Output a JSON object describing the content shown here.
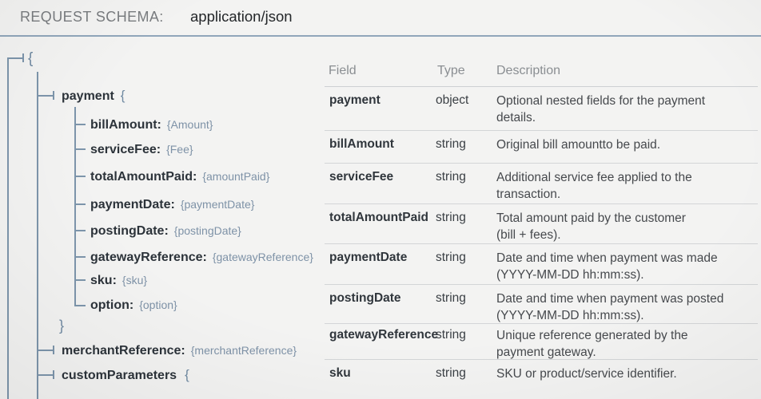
{
  "colors": {
    "background": "#f3f3f2",
    "accent_line": "#7d95ab",
    "text_dark": "#2c333a",
    "text_muted_value": "#7e92a7",
    "table_divider": "#d3d5d7",
    "header_rule": "#90a6ba"
  },
  "header": {
    "label": "REQUEST SCHEMA:",
    "value": "application/json"
  },
  "schema_tree": {
    "root_brace": "{",
    "payment": {
      "key": "payment",
      "brace": "{"
    },
    "payment_children": [
      {
        "key": "billAmount:",
        "value": "{Amount}"
      },
      {
        "key": "serviceFee:",
        "value": "{Fee}"
      },
      {
        "key": "totalAmountPaid:",
        "value": "{amountPaid}"
      },
      {
        "key": "paymentDate:",
        "value": "{paymentDate}"
      },
      {
        "key": "postingDate:",
        "value": "{postingDate}"
      },
      {
        "key": "gatewayReference:",
        "value": "{gatewayReference}"
      },
      {
        "key": "sku:",
        "value": "{sku}"
      },
      {
        "key": "option:",
        "value": "{option}"
      }
    ],
    "payment_close_brace": "}",
    "merchant_reference": {
      "key": "merchantReference:",
      "value": "{merchantReference}"
    },
    "custom_parameters": {
      "key": "customParameters",
      "brace": "{"
    }
  },
  "table": {
    "columns": [
      "Field",
      "Type",
      "Description"
    ],
    "rows": [
      {
        "field": "payment",
        "type": "object",
        "description": [
          "Optional nested fields for the payment",
          "details."
        ]
      },
      {
        "field": "billAmount",
        "type": "string",
        "description": [
          "Original bill amountto be paid."
        ]
      },
      {
        "field": "serviceFee",
        "type": "string",
        "description": [
          "Additional service fee applied to the",
          "transaction."
        ]
      },
      {
        "field": "totalAmountPaid",
        "type": "string",
        "description": [
          "Total amount paid by the customer",
          "(bill + fees)."
        ]
      },
      {
        "field": "paymentDate",
        "type": "string",
        "description": [
          "Date and time when payment was made",
          "(YYYY-MM-DD hh:mm:ss)."
        ]
      },
      {
        "field": "postingDate",
        "type": "string",
        "description": [
          "Date and time when payment was posted",
          "(YYYY-MM-DD hh:mm:ss)."
        ]
      },
      {
        "field": "gatewayReference",
        "type": "string",
        "description": [
          "Unique reference generated by the",
          "payment gateway."
        ]
      },
      {
        "field": "sku",
        "type": "string",
        "description": [
          "SKU or product/service identifier."
        ]
      }
    ]
  }
}
